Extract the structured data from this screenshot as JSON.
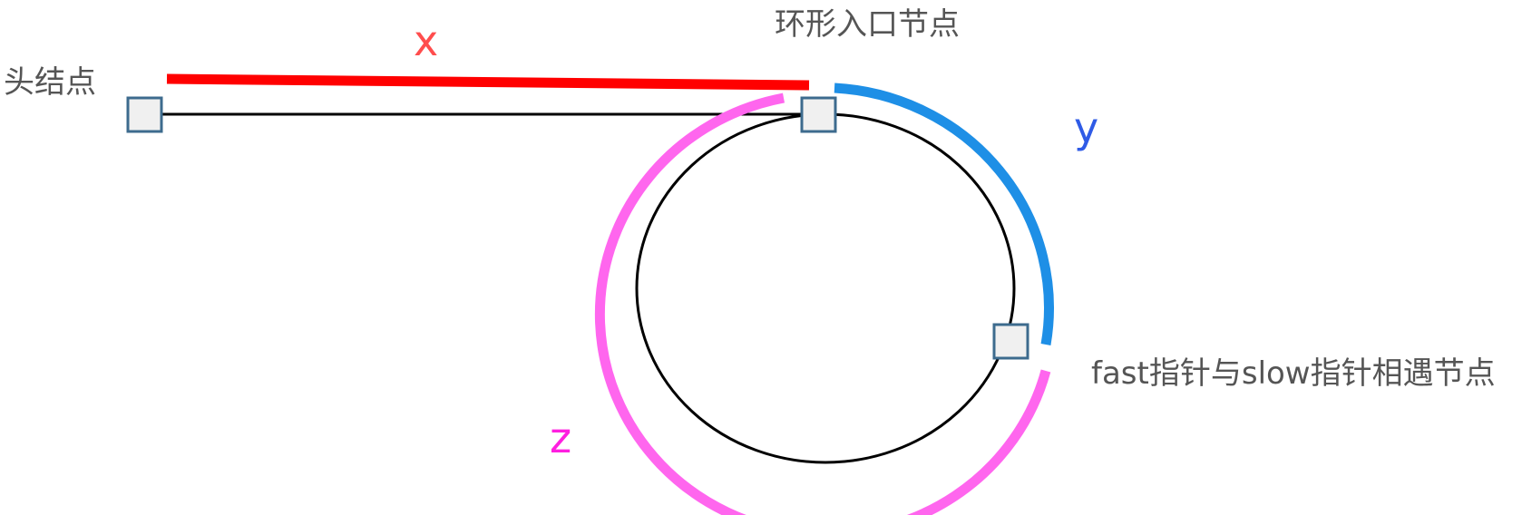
{
  "labels": {
    "head": "头结点",
    "entry": "环形入口节点",
    "meet": "fast指针与slow指针相遇节点"
  },
  "segments": {
    "x": {
      "label": "x",
      "color": "#ff3b3b"
    },
    "y": {
      "label": "y",
      "color": "#1e8fe6"
    },
    "z": {
      "label": "z",
      "color": "#ff5be6"
    }
  },
  "colors": {
    "node_fill": "#f0f0f0",
    "node_stroke": "#3d6b8e",
    "path_stroke": "#000000"
  }
}
